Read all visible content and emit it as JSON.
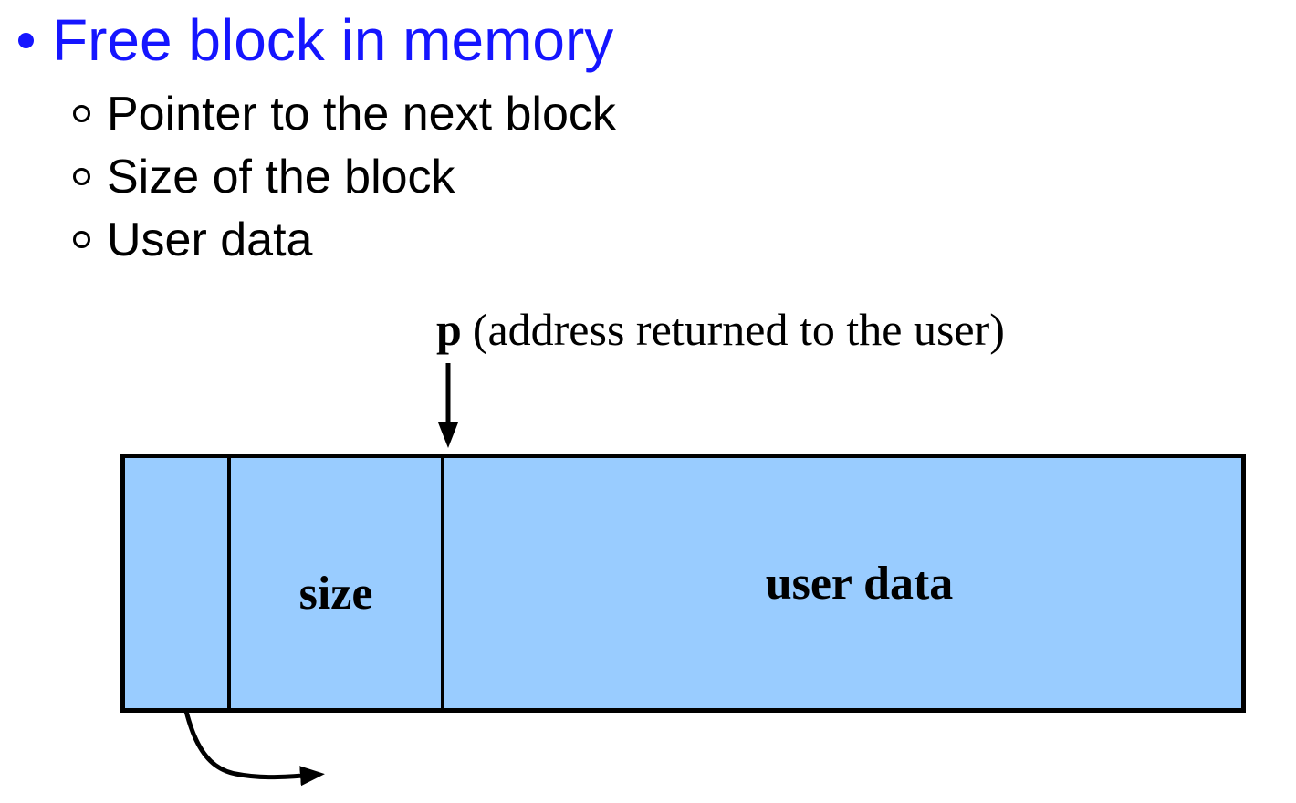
{
  "slide": {
    "title": "Free block in memory",
    "bullets": [
      "Pointer to the next block",
      "Size of the block",
      "User data"
    ]
  },
  "diagram": {
    "pointer_label": {
      "bold": "p",
      "rest": "(address returned to the user)"
    },
    "block_cells": {
      "pointer": "",
      "size": "size",
      "user_data": "user data"
    }
  },
  "colors": {
    "title-blue": "#1515ff",
    "block-fill": "#99ccff",
    "line-black": "#000000"
  }
}
